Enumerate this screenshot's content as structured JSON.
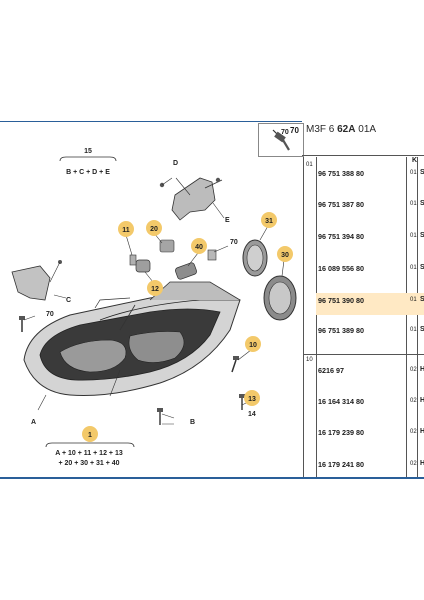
{
  "header": {
    "ref_number": "70",
    "code_prefix": "M3F 6",
    "code_bold": "62A",
    "code_suffix": "01A",
    "col_header_partial": "K"
  },
  "groups": [
    {
      "label": "01"
    },
    {
      "label": "10"
    }
  ],
  "parts": [
    {
      "number": "96 751 388 80",
      "qty": "01",
      "desc": "S",
      "highlighted": false
    },
    {
      "number": "96 751 387 80",
      "qty": "01",
      "desc": "S",
      "highlighted": false
    },
    {
      "number": "96 751 394 80",
      "qty": "01",
      "desc": "S",
      "highlighted": false
    },
    {
      "number": "16 089 556 80",
      "qty": "01",
      "desc": "S",
      "highlighted": false
    },
    {
      "number": "96 751 390 80",
      "qty": "01",
      "desc": "S",
      "highlighted": true
    },
    {
      "number": "96 751 389 80",
      "qty": "01",
      "desc": "S",
      "highlighted": false
    },
    {
      "number": "6216 97",
      "qty": "02",
      "desc": "H",
      "highlighted": false
    },
    {
      "number": "16 164 314 80",
      "qty": "02",
      "desc": "H",
      "highlighted": false
    },
    {
      "number": "16 179 239 80",
      "qty": "02",
      "desc": "H",
      "highlighted": false
    },
    {
      "number": "16 179 241 80",
      "qty": "02",
      "desc": "H",
      "highlighted": false
    }
  ],
  "diagram": {
    "assembly_15": {
      "number": "15",
      "formula": "B + C + D + E"
    },
    "assembly_1": {
      "number": "1",
      "formula_line1": "A + 10 + 11 + 12 + 13",
      "formula_line2": "+ 20 + 30 + 31 + 40"
    },
    "callouts": [
      "11",
      "20",
      "40",
      "31",
      "30",
      "12",
      "10",
      "13",
      "1"
    ],
    "labels": [
      "70",
      "70",
      "70",
      "D",
      "E",
      "C",
      "B",
      "A",
      "14"
    ]
  },
  "colors": {
    "frame_blue": "#2a5f99",
    "callout_fill": "#f3c96a",
    "row_highlight": "#ffe9c4"
  }
}
